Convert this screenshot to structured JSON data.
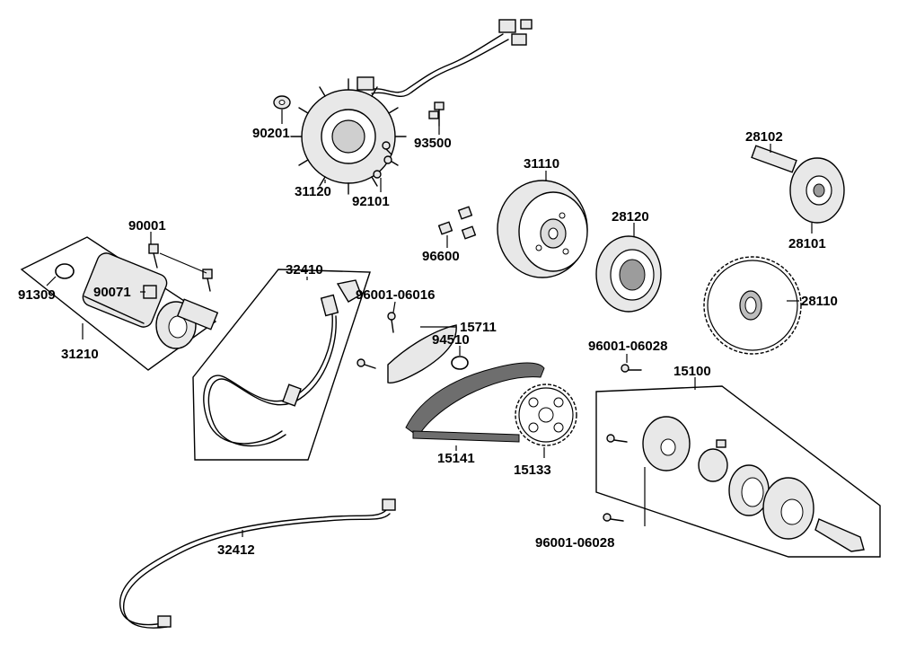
{
  "labels": {
    "p90201": "90201",
    "p93500": "93500",
    "p31120": "31120",
    "p92101": "92101",
    "p31110": "31110",
    "p28102": "28102",
    "p28101": "28101",
    "p28120": "28120",
    "p96600": "96600",
    "p90001": "90001",
    "p91309": "91309",
    "p90071": "90071",
    "p31210": "31210",
    "p32410": "32410",
    "p96001_06016": "96001-06016",
    "p15711": "15711",
    "p94510": "94510",
    "p28110": "28110",
    "p96001_06028_a": "96001-06028",
    "p15100": "15100",
    "p15141": "15141",
    "p15133": "15133",
    "p96001_06028_b": "96001-06028",
    "p32412": "32412"
  },
  "icons": {
    "stator": "stator-coil-icon",
    "flywheel": "flywheel-rotor-icon",
    "starter_clutch": "starter-clutch-icon",
    "starter_motor": "starter-motor-icon",
    "chain": "drive-chain-icon",
    "pump": "oil-pump-icon"
  }
}
